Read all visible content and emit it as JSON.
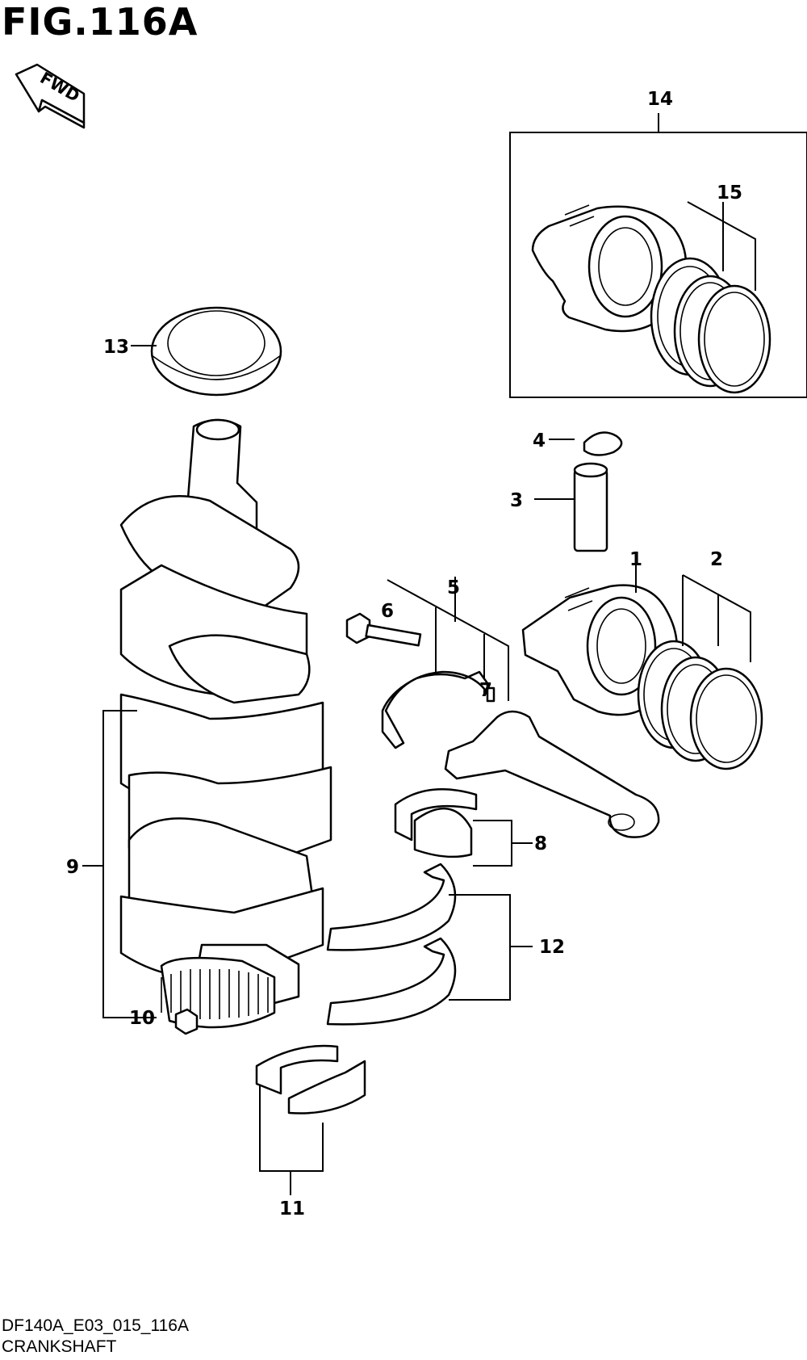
{
  "figure": {
    "title": "FIG.116A",
    "direction_label": "FWD",
    "code": "DF140A_E03_015_116A",
    "name": "CRANKSHAFT"
  },
  "callouts": [
    "1",
    "2",
    "3",
    "4",
    "5",
    "6",
    "7",
    "8",
    "9",
    "10",
    "11",
    "12",
    "13",
    "14",
    "15"
  ],
  "icons": [
    "fwd-arrow-icon"
  ]
}
